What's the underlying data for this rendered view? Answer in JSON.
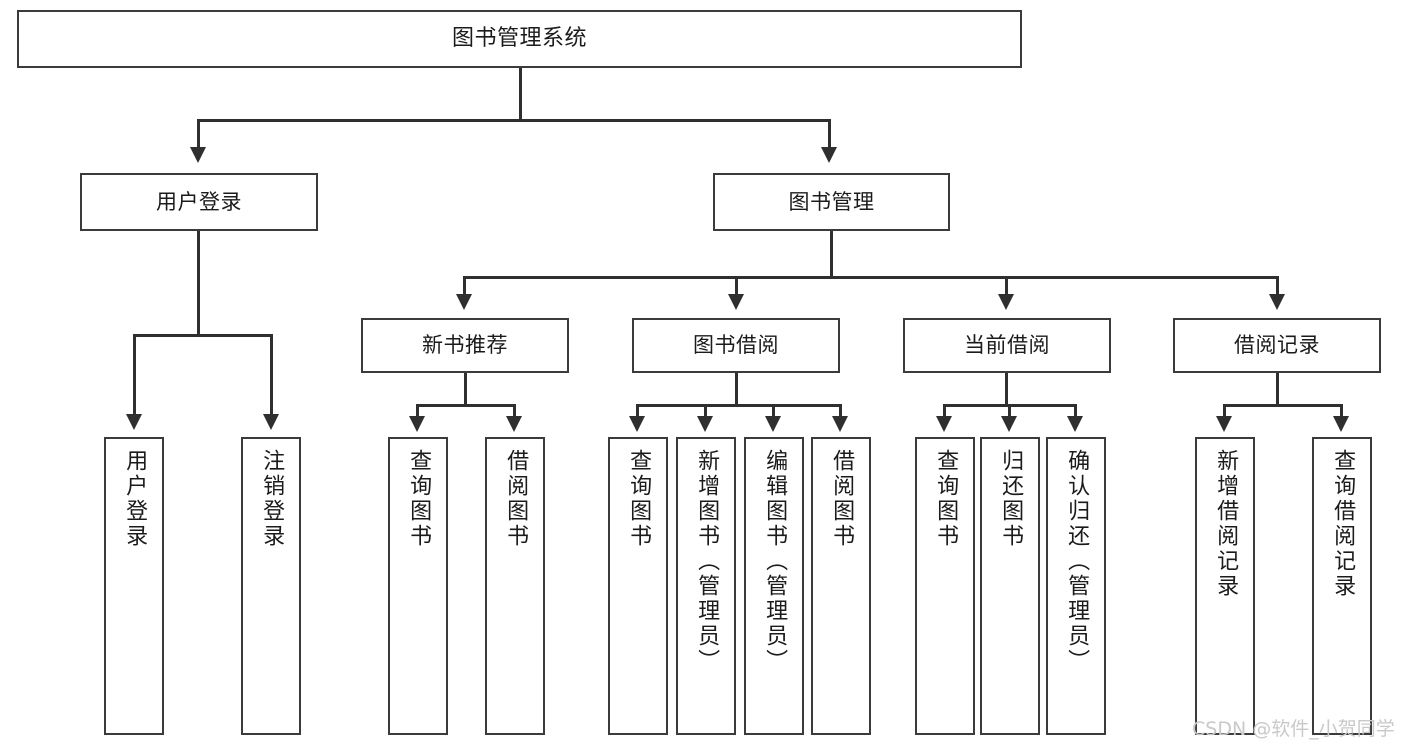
{
  "diagram": {
    "title": "图书管理系统",
    "root": {
      "label": "图书管理系统"
    },
    "level1": [
      {
        "label": "用户登录"
      },
      {
        "label": "图书管理"
      }
    ],
    "level2": [
      {
        "label": "新书推荐"
      },
      {
        "label": "图书借阅"
      },
      {
        "label": "当前借阅"
      },
      {
        "label": "借阅记录"
      }
    ],
    "leaves": {
      "user_login": [
        {
          "label": "用户登录"
        },
        {
          "label": "注销登录"
        }
      ],
      "new_book_recommend": [
        {
          "label": "查询图书"
        },
        {
          "label": "借阅图书"
        }
      ],
      "book_borrow": [
        {
          "label": "查询图书"
        },
        {
          "label": "新增图书（管理员）"
        },
        {
          "label": "编辑图书（管理员）"
        },
        {
          "label": "借阅图书"
        }
      ],
      "current_borrow": [
        {
          "label": "查询图书"
        },
        {
          "label": "归还图书"
        },
        {
          "label": "确认归还（管理员）"
        }
      ],
      "borrow_record": [
        {
          "label": "新增借阅记录"
        },
        {
          "label": "查询借阅记录"
        }
      ]
    }
  },
  "watermark": {
    "text": "CSDN @软件_小贺同学"
  },
  "colors": {
    "stroke": "#3b3b3b",
    "line": "#2f2f2f",
    "text": "#1b1b1b",
    "background": "#ffffff",
    "watermark": "#c9c9c9"
  }
}
